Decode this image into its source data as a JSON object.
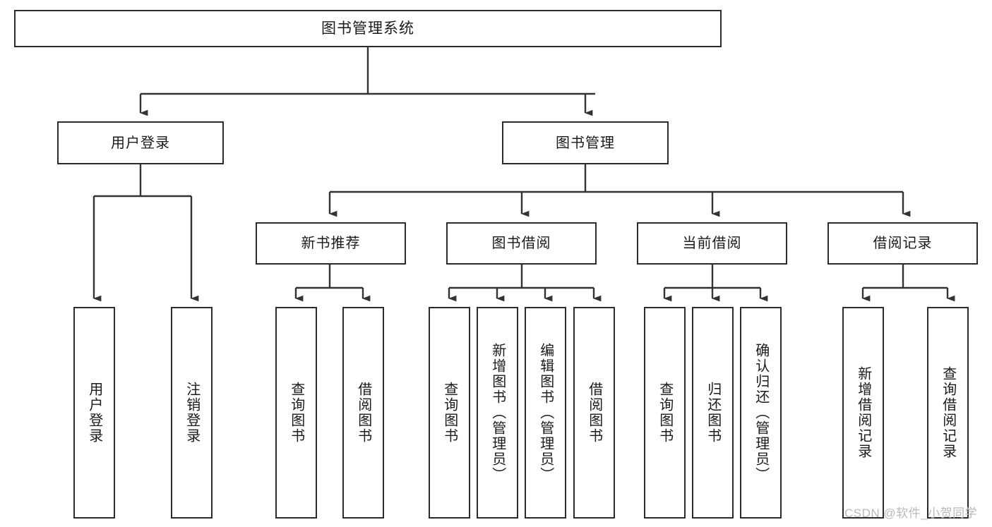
{
  "diagram": {
    "title": "图书管理系统",
    "type": "tree",
    "orientation": "top-down",
    "colors": {
      "background": "#ffffff",
      "box_border": "#2b2b2b",
      "box_fill": "#ffffff",
      "connector": "#333333",
      "text": "#1a1a1a",
      "watermark": "#b9b9b9"
    },
    "root": {
      "label": "图书管理系统",
      "text_orientation": "horizontal"
    },
    "level2": [
      {
        "label": "用户登录",
        "text_orientation": "horizontal"
      },
      {
        "label": "图书管理",
        "text_orientation": "horizontal"
      }
    ],
    "level3": [
      {
        "label": "新书推荐",
        "text_orientation": "horizontal",
        "parent": "图书管理"
      },
      {
        "label": "图书借阅",
        "text_orientation": "horizontal",
        "parent": "图书管理"
      },
      {
        "label": "当前借阅",
        "text_orientation": "horizontal",
        "parent": "图书管理"
      },
      {
        "label": "借阅记录",
        "text_orientation": "horizontal",
        "parent": "图书管理"
      }
    ],
    "leaves": {
      "用户登录": [
        {
          "label": "用户登录",
          "text_orientation": "vertical"
        },
        {
          "label": "注销登录",
          "text_orientation": "vertical"
        }
      ],
      "新书推荐": [
        {
          "label": "查询图书",
          "text_orientation": "vertical"
        },
        {
          "label": "借阅图书",
          "text_orientation": "vertical"
        }
      ],
      "图书借阅": [
        {
          "label": "查询图书",
          "text_orientation": "vertical"
        },
        {
          "label": "新增图书（管理员）",
          "text_orientation": "vertical"
        },
        {
          "label": "编辑图书（管理员）",
          "text_orientation": "vertical"
        },
        {
          "label": "借阅图书",
          "text_orientation": "vertical"
        }
      ],
      "当前借阅": [
        {
          "label": "查询图书",
          "text_orientation": "vertical"
        },
        {
          "label": "归还图书",
          "text_orientation": "vertical"
        },
        {
          "label": "确认归还（管理员）",
          "text_orientation": "vertical"
        }
      ],
      "借阅记录": [
        {
          "label": "新增借阅记录",
          "text_orientation": "vertical"
        },
        {
          "label": "查询借阅记录",
          "text_orientation": "vertical"
        }
      ]
    }
  },
  "watermark": {
    "text": "CSDN @软件_小贺同学"
  }
}
